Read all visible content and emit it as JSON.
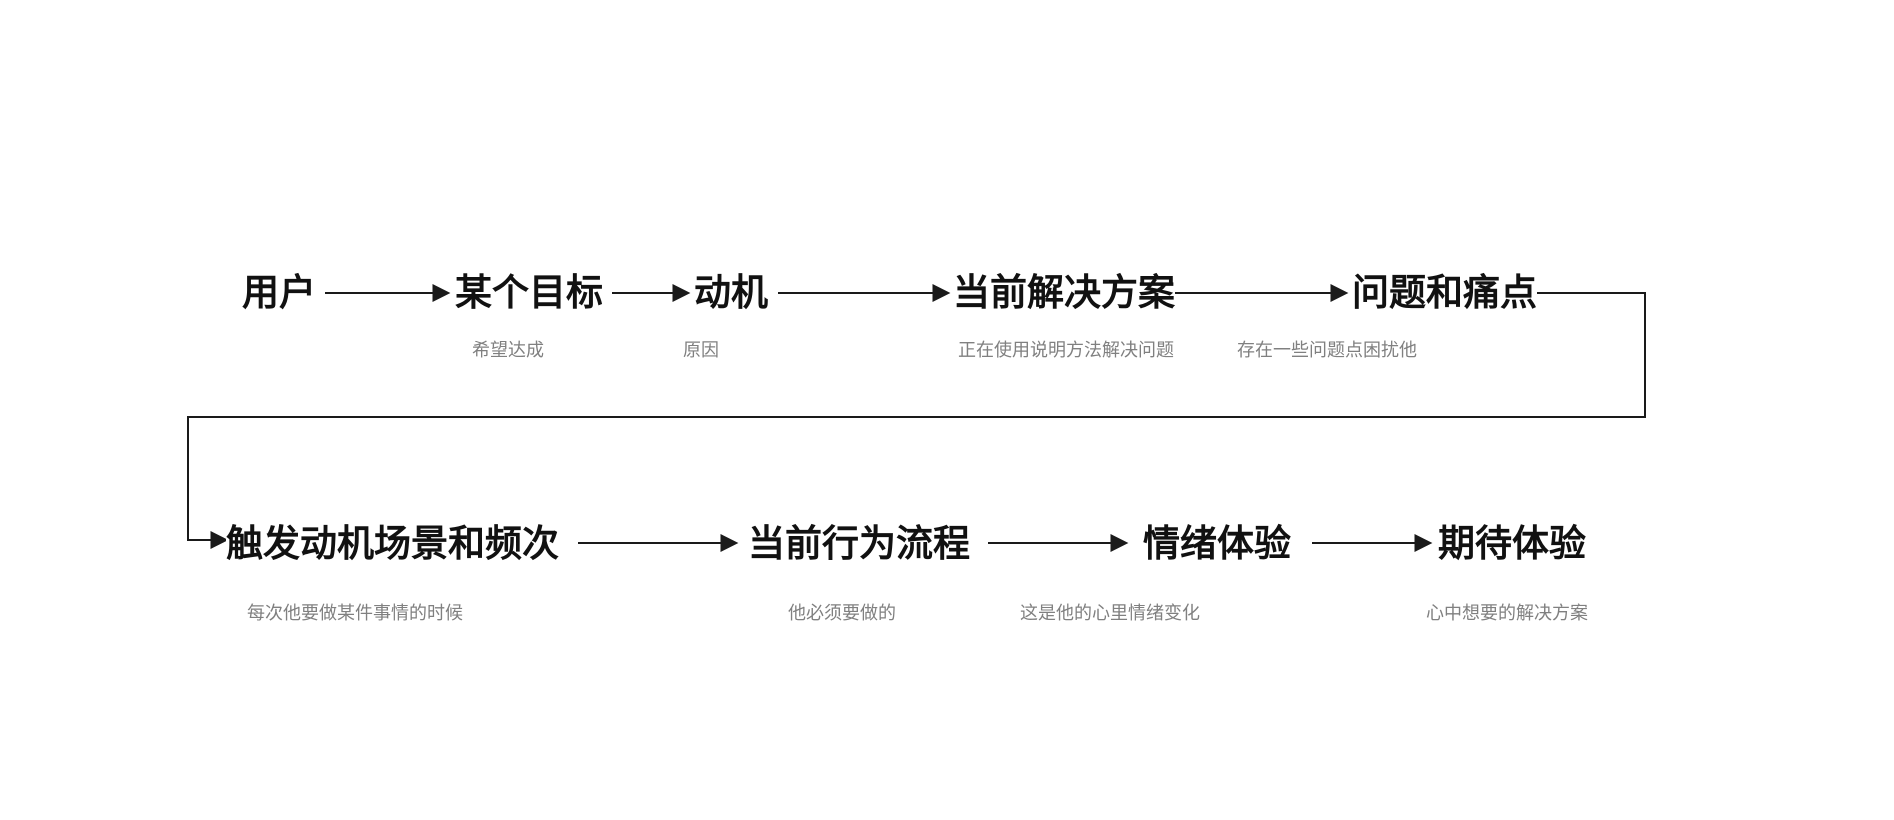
{
  "diagram": {
    "description_type": "user-journey-flow",
    "colors": {
      "background": "#ffffff",
      "heading_text": "#111111",
      "subtitle_text": "#808080",
      "connector_line": "#1a1a1a"
    },
    "row1": [
      {
        "label": "用户",
        "subtitle": ""
      },
      {
        "label": "某个目标",
        "subtitle": "希望达成"
      },
      {
        "label": "动机",
        "subtitle": "原因"
      },
      {
        "label": "当前解决方案",
        "subtitle": "正在使用说明方法解决问题"
      },
      {
        "label": "问题和痛点",
        "subtitle": "存在一些问题点困扰他"
      }
    ],
    "row2": [
      {
        "label": "触发动机场景和频次",
        "subtitle": "每次他要做某件事情的时候"
      },
      {
        "label": "当前行为流程",
        "subtitle": "他必须要做的"
      },
      {
        "label": "情绪体验",
        "subtitle": "这是他的心里情绪变化"
      },
      {
        "label": "期待体验",
        "subtitle": "心中想要的解决方案"
      }
    ],
    "flow_sequence": [
      "用户",
      "某个目标",
      "动机",
      "当前解决方案",
      "问题和痛点",
      "触发动机场景和频次",
      "当前行为流程",
      "情绪体验",
      "期待体验"
    ]
  }
}
